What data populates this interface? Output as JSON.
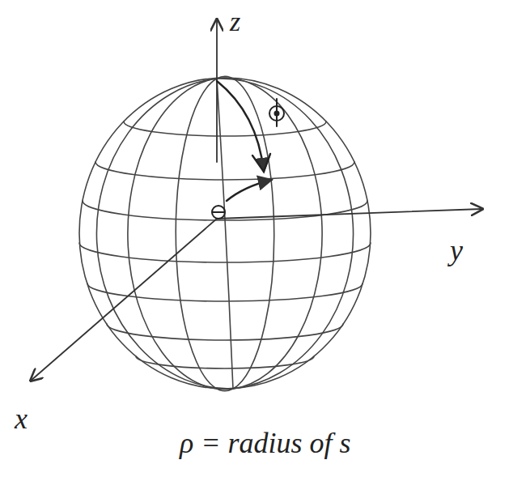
{
  "diagram": {
    "labels": [
      "z",
      "y",
      "x",
      "ρ = radius of s"
    ]
  }
}
